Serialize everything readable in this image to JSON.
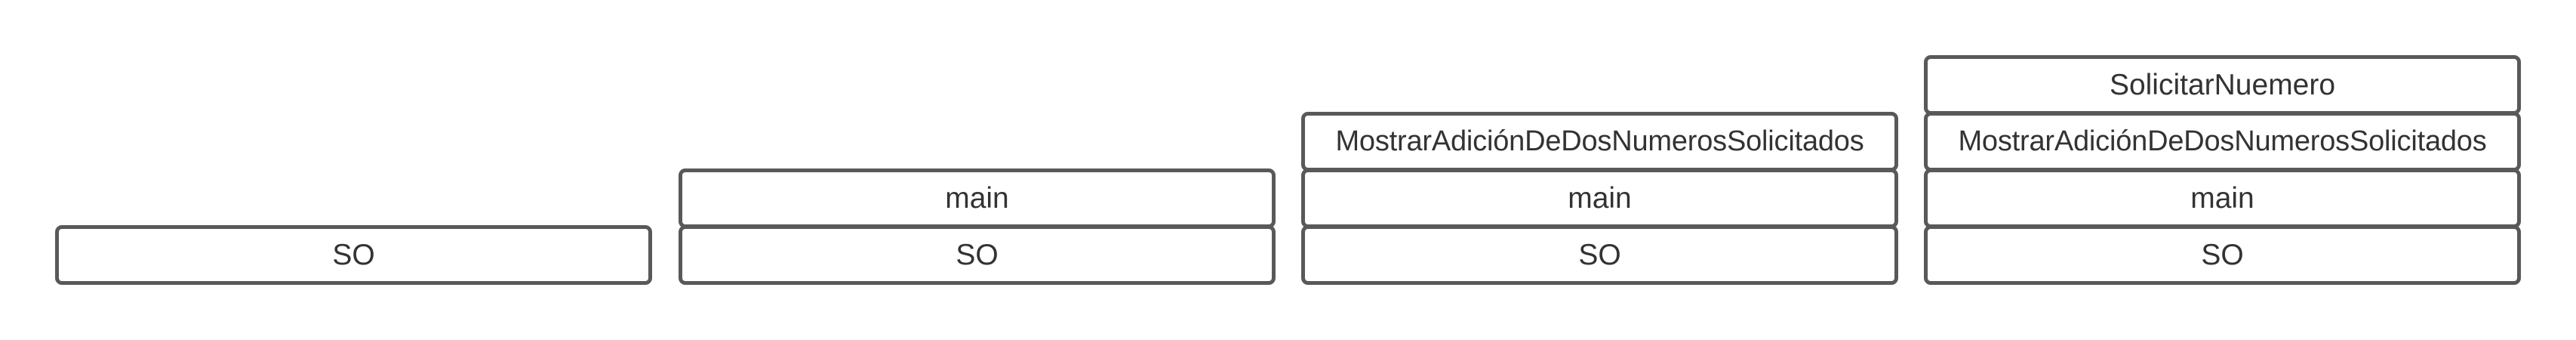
{
  "stacks": [
    {
      "frames": [
        "SO"
      ]
    },
    {
      "frames": [
        "SO",
        "main"
      ]
    },
    {
      "frames": [
        "SO",
        "main",
        "MostrarAdiciónDeDosNumerosSolicitados"
      ]
    },
    {
      "frames": [
        "SO",
        "main",
        "MostrarAdiciónDeDosNumerosSolicitados",
        "SolicitarNuemero"
      ]
    }
  ],
  "colors": {
    "border": "#595959",
    "text": "#333333",
    "background": "#ffffff"
  }
}
